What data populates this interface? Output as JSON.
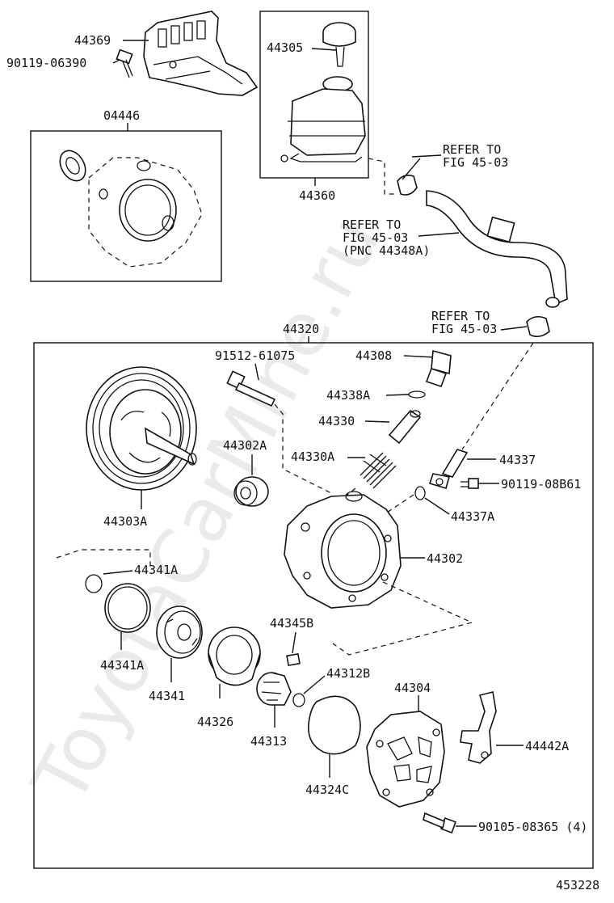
{
  "watermark": "ToyotaCarMine.ru",
  "diagram_number": "453228",
  "groups": {
    "reservoir": "44360",
    "gasket_kit": "04446",
    "pump_assy": "44320"
  },
  "labels": {
    "p44369": "44369",
    "p90119_06390": "90119-06390",
    "p04446": "04446",
    "p44305": "44305",
    "p44360": "44360",
    "refer1_a": "REFER TO",
    "refer1_b": "FIG 45-03",
    "refer2_a": "REFER TO",
    "refer2_b": "FIG 45-03",
    "refer2_c": "(PNC 44348A)",
    "refer3_a": "REFER TO",
    "refer3_b": "FIG 45-03",
    "p44320": "44320",
    "p91512_61075": "91512-61075",
    "p44308": "44308",
    "p44338A": "44338A",
    "p44330": "44330",
    "p44302A": "44302A",
    "p44330A": "44330A",
    "p44337": "44337",
    "p90119_08B61": "90119-08B61",
    "p44337A": "44337A",
    "p44303A": "44303A",
    "p44302": "44302",
    "p44341A_top": "44341A",
    "p44345B": "44345B",
    "p44341A": "44341A",
    "p44312B": "44312B",
    "p44304": "44304",
    "p44341": "44341",
    "p44326": "44326",
    "p44313": "44313",
    "p44442A": "44442A",
    "p44324C": "44324C",
    "p90105_08365": "90105-08365 (4)"
  }
}
